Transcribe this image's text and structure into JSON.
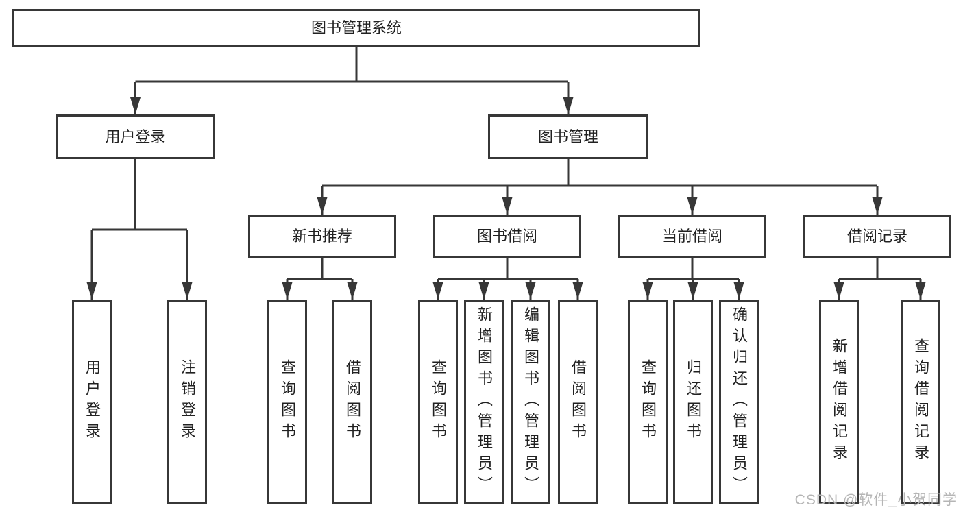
{
  "colors": {
    "line": "#373737",
    "text": "#212121",
    "background": "#ffffff",
    "watermark": "#b5b5b5"
  },
  "root": {
    "label": "图书管理系统"
  },
  "branches": [
    {
      "label": "用户登录",
      "children": [
        {
          "label": "用户登录"
        },
        {
          "label": "注销登录"
        }
      ]
    },
    {
      "label": "图书管理",
      "children": [
        {
          "label": "新书推荐",
          "children": [
            {
              "label": "查询图书"
            },
            {
              "label": "借阅图书"
            }
          ]
        },
        {
          "label": "图书借阅",
          "children": [
            {
              "label": "查询图书"
            },
            {
              "label": "新增图书（管理员）"
            },
            {
              "label": "编辑图书（管理员）"
            },
            {
              "label": "借阅图书"
            }
          ]
        },
        {
          "label": "当前借阅",
          "children": [
            {
              "label": "查询图书"
            },
            {
              "label": "归还图书"
            },
            {
              "label": "确认归还（管理员）"
            }
          ]
        },
        {
          "label": "借阅记录",
          "children": [
            {
              "label": "新增借阅记录"
            },
            {
              "label": "查询借阅记录"
            }
          ]
        }
      ]
    }
  ],
  "watermark": {
    "text": "CSDN @软件_小贺同学"
  }
}
